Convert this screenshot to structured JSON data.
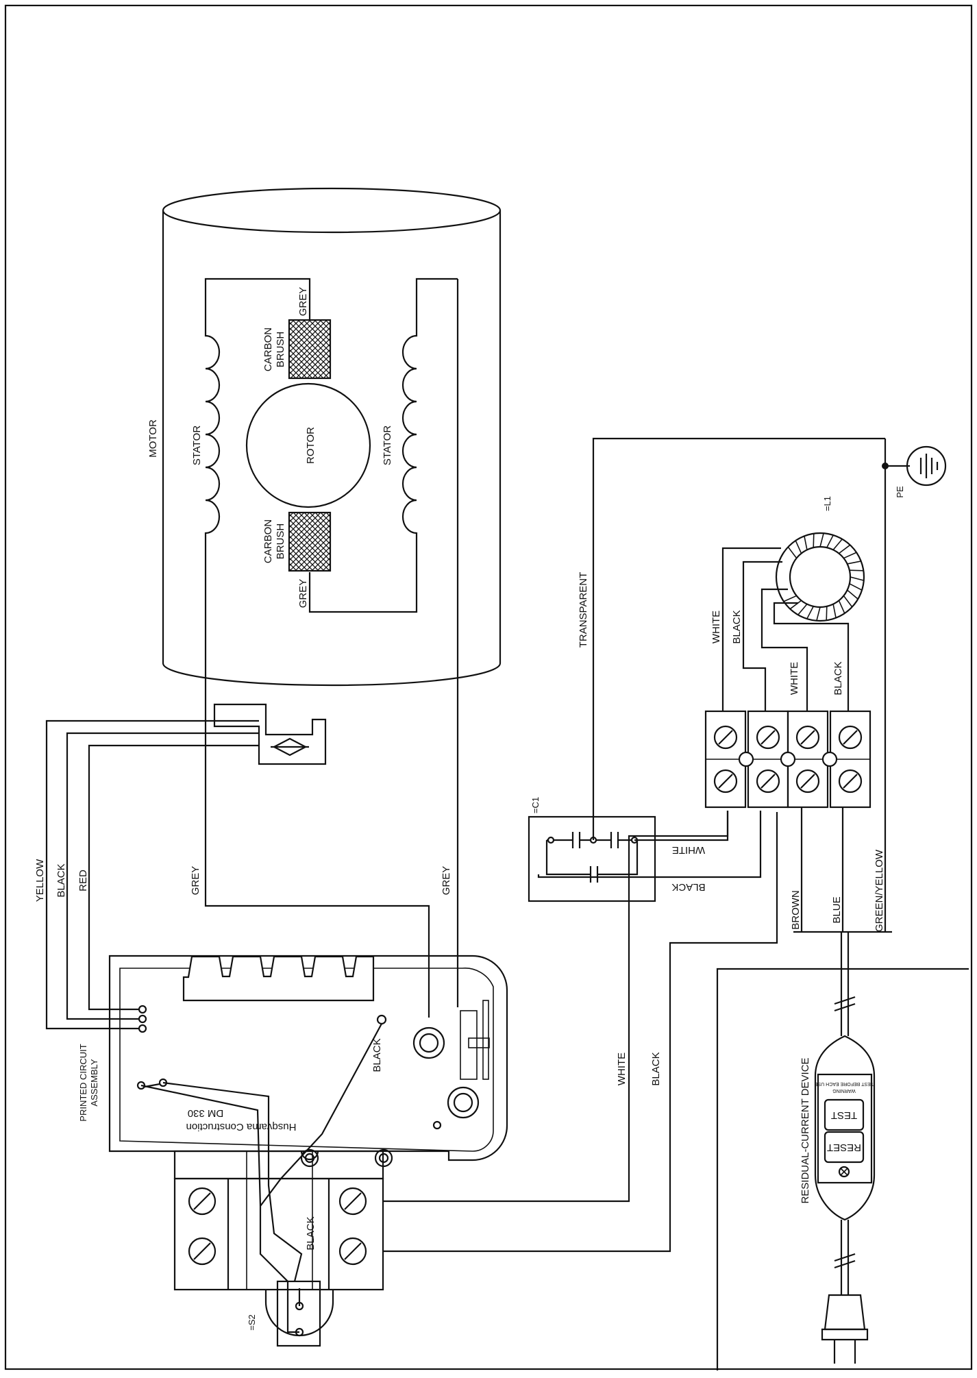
{
  "motor": {
    "label": "MOTOR",
    "stator_left": "STATOR",
    "stator_right": "STATOR",
    "rotor": "ROTOR",
    "brush_top": [
      "CARBON",
      "BRUSH"
    ],
    "brush_bottom": [
      "CARBON",
      "BRUSH"
    ],
    "brush_top_wire": "GREY",
    "brush_bottom_wire": "GREY"
  },
  "wires": {
    "yellow": "YELLOW",
    "black": "BLACK",
    "red": "RED",
    "grey_left": "GREY",
    "grey_right": "GREY",
    "transparent": "TRANSPARENT",
    "white_cap": "WHITE",
    "black_cap": "BLACK",
    "white_choke": "WHITE",
    "black_choke": "BLACK",
    "white_choke_b": "WHITE",
    "black_choke_b": "BLACK",
    "brown": "BROWN",
    "blue": "BLUE",
    "green_yellow": "GREEN/YELLOW",
    "white_supply": "WHITE",
    "black_supply": "BLACK",
    "black_pcb": "BLACK",
    "black_switch": "BLACK"
  },
  "components": {
    "capacitor": "=C1",
    "choke": "=L1",
    "pe": "PE",
    "switch": "=S2"
  },
  "pcb": {
    "label": [
      "PRINTED CIRCUIT",
      "ASSEMBLY"
    ],
    "maker": "Husqvarna Construction",
    "model": "DM 330"
  },
  "rcd": {
    "label": "RESIDUAL-CURRENT DEVICE",
    "test": "TEST",
    "reset": "RESET",
    "warning": "WARNING",
    "warning_note": "TEST BEFORE EACH USE"
  }
}
